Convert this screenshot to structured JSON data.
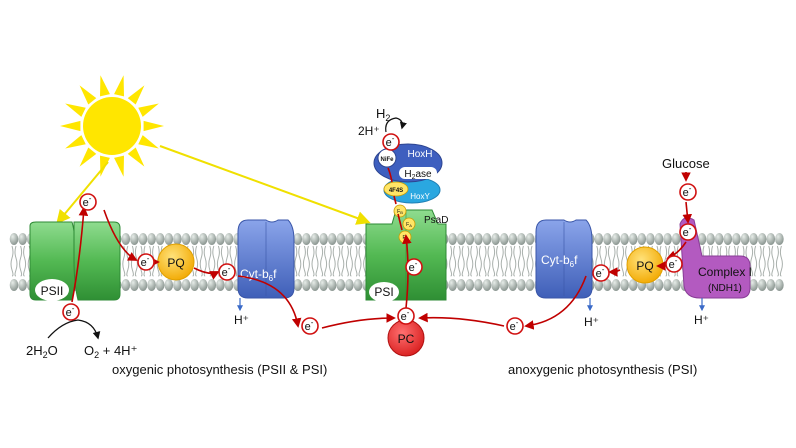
{
  "labels": {
    "psii": "PSII",
    "pq": "PQ",
    "cyt_left": "Cyt-b",
    "cyt_left_sub": "6",
    "cyt_left_end": "f",
    "cyt_right": "Cyt-b",
    "cyt_right_sub": "6",
    "cyt_right_end": "f",
    "psi": "PSI",
    "psad": "PsaD",
    "pc": "PC",
    "hoxh": "HoxH",
    "hoxy": "HoxY",
    "nife": "NiFe",
    "h2ase_pre": "H",
    "h2ase_sub": "2",
    "h2ase_post": "ase",
    "fourfe4s": "4F4S",
    "fa": "F",
    "fa_sub": "A",
    "fb": "F",
    "fb_sub": "B",
    "fx": "F",
    "fx_sub": "x",
    "glucose": "Glucose",
    "complex1": "Complex I",
    "ndh1": "(NDH1)",
    "electron": "e",
    "electron_charge": "-",
    "h_plus": "H⁺",
    "two_h_plus": "2H⁺",
    "h2_pre": "H",
    "h2_sub": "2",
    "water_pre": "2H",
    "water_sub": "2",
    "water_post": "O",
    "o2_pre": "O",
    "o2_sub": "2",
    "o2_post": " + 4H⁺",
    "caption_left": "oxygenic photosynthesis (PSII & PSI)",
    "caption_right": "anoxygenic photosynthesis (PSI)"
  },
  "colors": {
    "membrane_head": "#b4bcb8",
    "sun": "#ffe600",
    "green": "#5cc25c",
    "blue": "#5a78c8",
    "yellow": "#ffc000",
    "red": "#e23030",
    "purple": "#b35ac0",
    "hoxh": "#3e5fbf",
    "hoxy": "#2aa7e0"
  }
}
